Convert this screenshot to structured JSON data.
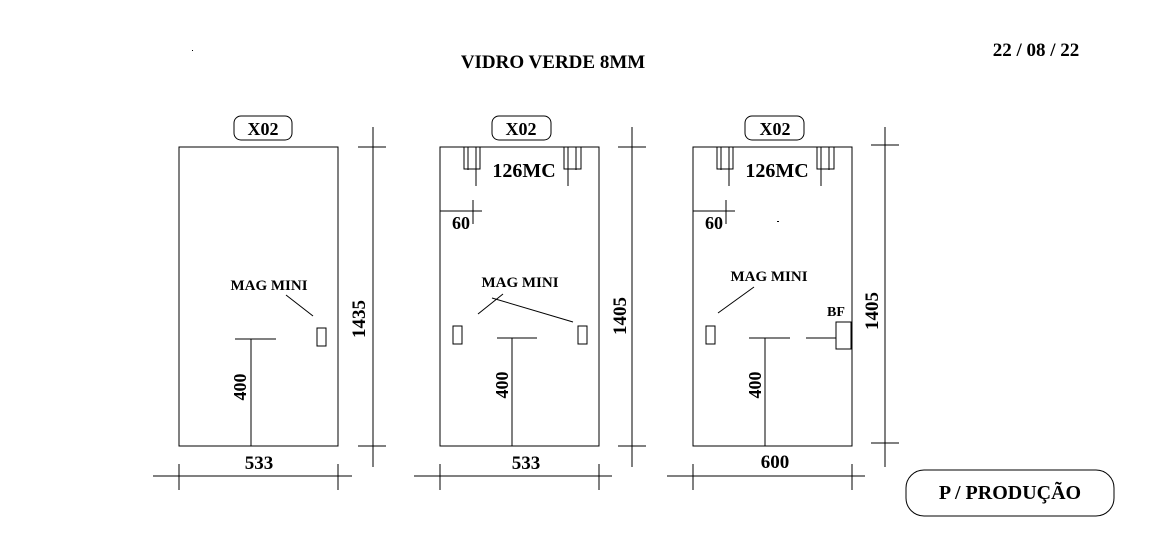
{
  "header": {
    "title": "VIDRO VERDE 8MM",
    "date": "22 / 08 / 22"
  },
  "panels": [
    {
      "qty": "X02",
      "width": "533",
      "height": "1435",
      "hinge": "",
      "hinge_offset": "",
      "magnet_label": "MAG MINI",
      "handle_height": "400",
      "lock_label": ""
    },
    {
      "qty": "X02",
      "width": "533",
      "height": "1405",
      "hinge": "126MC",
      "hinge_offset": "60",
      "magnet_label": "MAG MINI",
      "handle_height": "400",
      "lock_label": ""
    },
    {
      "qty": "X02",
      "width": "600",
      "height": "1405",
      "hinge": "126MC",
      "hinge_offset": "60",
      "magnet_label": "MAG MINI",
      "handle_height": "400",
      "lock_label": "BF"
    }
  ],
  "footer": {
    "status": "P / PRODUÇÃO"
  }
}
